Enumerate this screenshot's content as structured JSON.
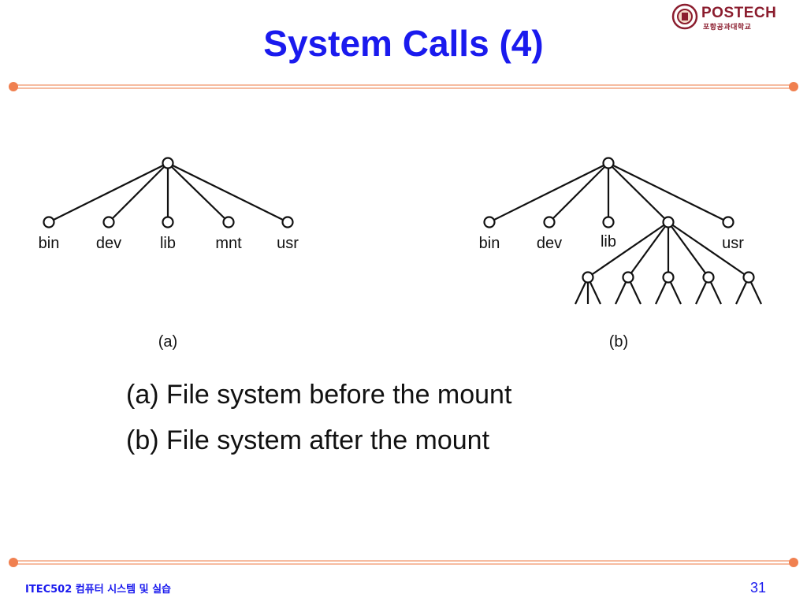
{
  "slide": {
    "title": "System Calls (4)"
  },
  "logo": {
    "wordmark": "POSTECH",
    "subtitle": "포항공과대학교"
  },
  "diagram": {
    "tree_a": {
      "labels": [
        "bin",
        "dev",
        "lib",
        "mnt",
        "usr"
      ],
      "caption": "(a)"
    },
    "tree_b": {
      "labels": [
        "bin",
        "dev",
        "lib",
        "usr"
      ],
      "caption": "(b)"
    }
  },
  "captions": {
    "a": "(a) File system before the mount",
    "b": "(b) File system after the mount"
  },
  "footer": {
    "course": "ITEC502 컴퓨터 시스템 및 실습",
    "page": "31"
  },
  "colors": {
    "title": "#1a1aee",
    "rule": "#f4a582",
    "rule_dot": "#f08050",
    "logo": "#8b1d2e"
  }
}
